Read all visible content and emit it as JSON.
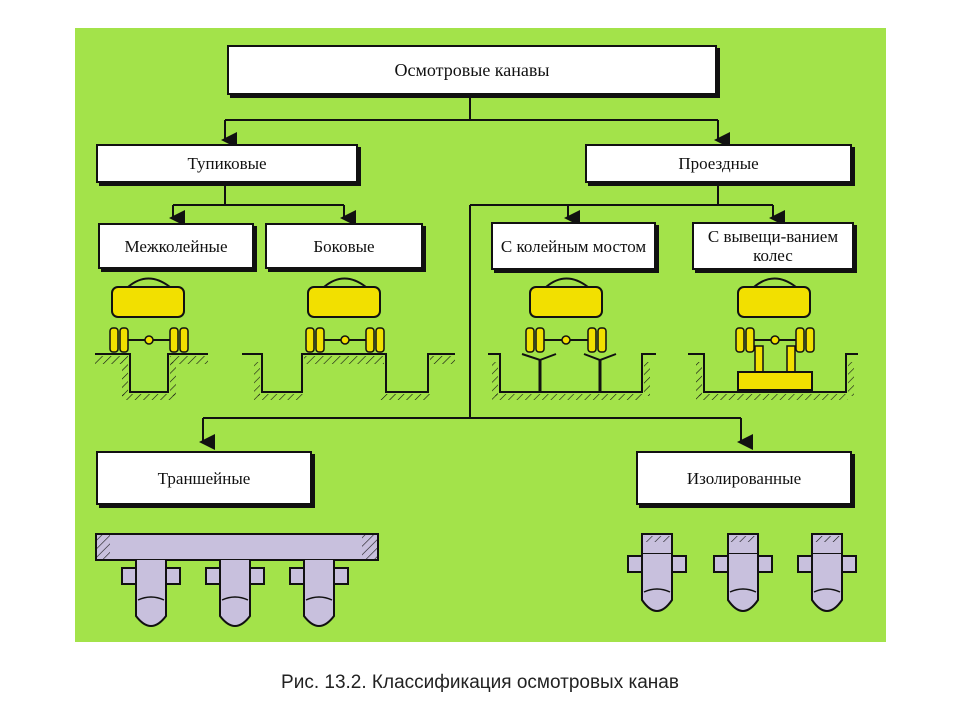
{
  "diagram": {
    "root": {
      "label": "Осмотровые канавы"
    },
    "level1": [
      {
        "label": "Тупиковые"
      },
      {
        "label": "Проездные"
      }
    ],
    "level2": [
      {
        "label": "Межколейные"
      },
      {
        "label": "Боковые"
      },
      {
        "label": "С колейным мостом"
      },
      {
        "label": "С вывещи-ванием колес"
      }
    ],
    "level3": [
      {
        "label": "Траншейные"
      },
      {
        "label": "Изолированные"
      }
    ]
  },
  "caption": "Рис. 13.2. Классификация осмотровых канав",
  "colors": {
    "background": "#a3e34a",
    "vehicle": "#f2e000",
    "trench_body": "#c8c0dd",
    "line": "#111111"
  }
}
